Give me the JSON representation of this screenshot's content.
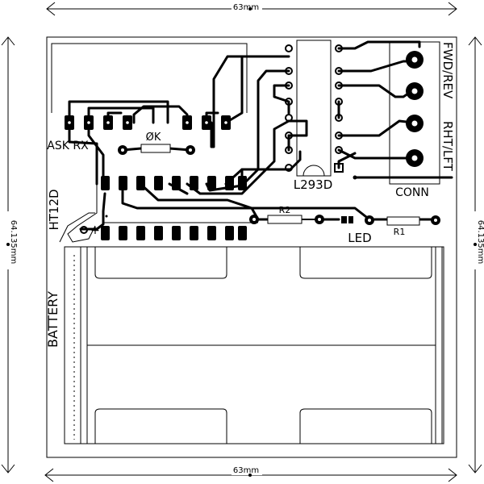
{
  "dimensions": {
    "top": "63mm",
    "bottom": "63mm",
    "left": "64.135mm",
    "right": "64.135mm"
  },
  "labels": {
    "receiver": "ASK RX",
    "resistor_zero": "ØK",
    "decoder": "HT12D",
    "driver": "L293D",
    "connector": "CONN",
    "fwd_rev": "FWD/REV",
    "rht_lft": "RHT/LFT",
    "r2": "R2",
    "r1": "R1",
    "led": "LED",
    "plus": "+",
    "battery": "BATTERY"
  },
  "colors": {
    "trace": "#000000",
    "board": "#ffffff",
    "silkscreen": "#000000"
  }
}
